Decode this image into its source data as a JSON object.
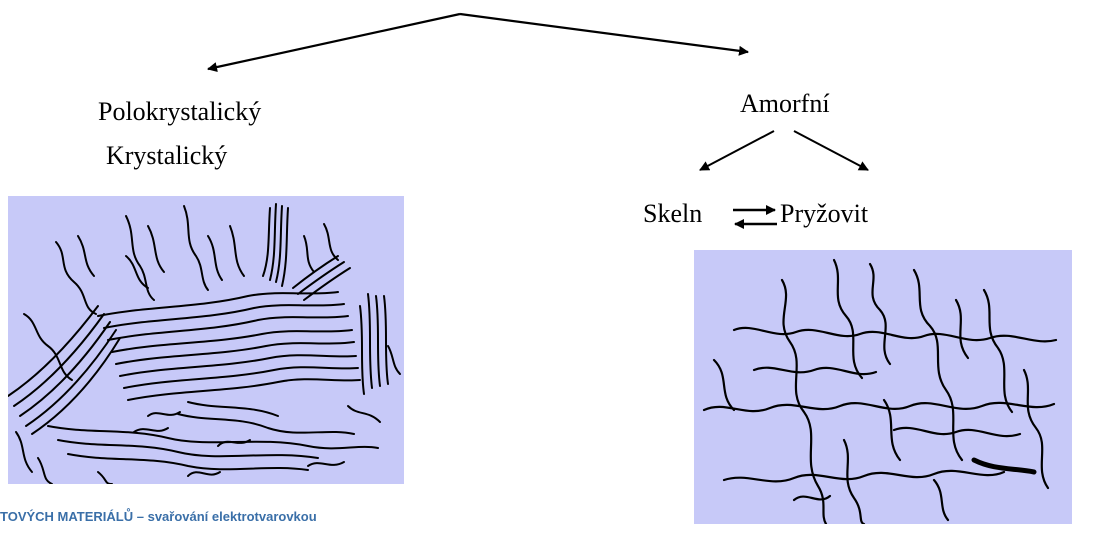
{
  "labels": {
    "semicrystalline": "Polokrystalický",
    "crystalline": "Krystalický",
    "amorphous": "Amorfní",
    "glassy": "Skeln",
    "rubbery": "Pryžovit"
  },
  "footer": {
    "text": "TOVÝCH MATERIÁLŮ – svařování elektrotvarovkou"
  },
  "images": {
    "left": {
      "icon": "crystalline-polymer-chains",
      "background": "#c7c9f8"
    },
    "right": {
      "icon": "amorphous-polymer-chains",
      "background": "#c7c9f8"
    }
  },
  "colors": {
    "line": "#000000",
    "footer": "#3a6fa8",
    "panel": "#c7c9f8"
  }
}
